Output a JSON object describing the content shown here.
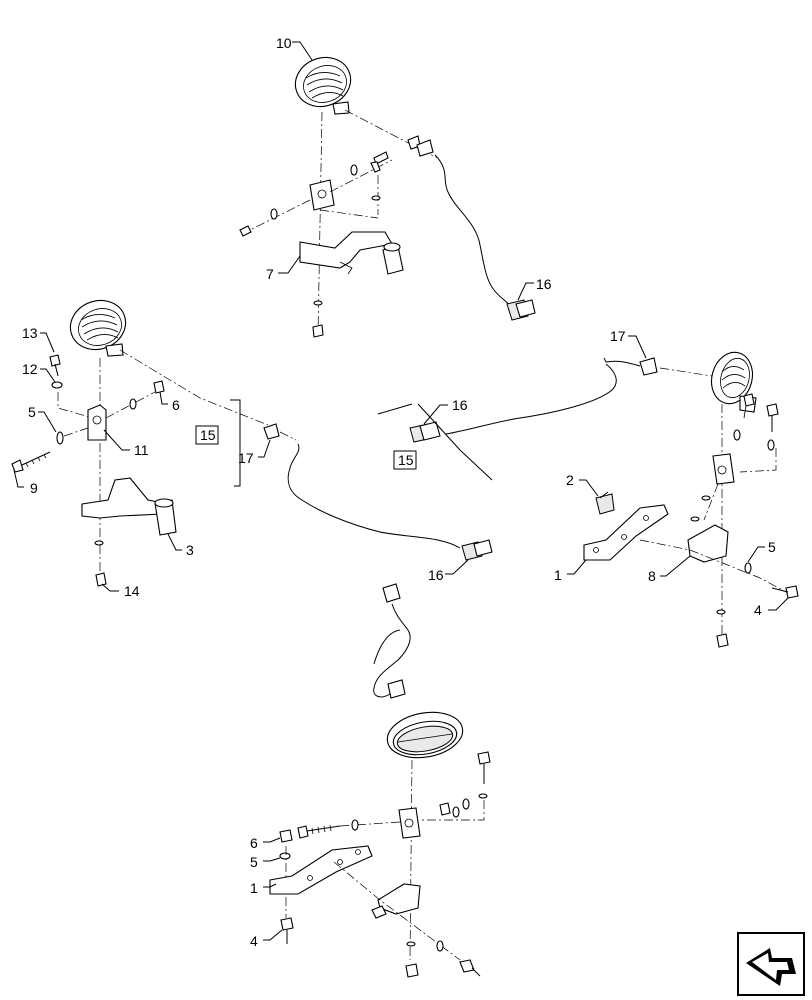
{
  "callouts": {
    "c10": "10",
    "c7": "7",
    "c16_top": "16",
    "c13": "13",
    "c12": "12",
    "c5_left": "5",
    "c6_left": "6",
    "c11": "11",
    "c9": "9",
    "c3": "3",
    "c14": "14",
    "c15_left": "15",
    "c17_left": "17",
    "c16_mid": "16",
    "c17_right": "17",
    "c16_right": "16",
    "c15_right": "15",
    "c2": "2",
    "c1_right": "1",
    "c8": "8",
    "c5_right": "5",
    "c4_right": "4",
    "c6_bottom": "6",
    "c5_bottom": "5",
    "c1_bottom": "1",
    "c4_bottom": "4"
  },
  "icons": {
    "nav": "page-arrow-icon"
  }
}
